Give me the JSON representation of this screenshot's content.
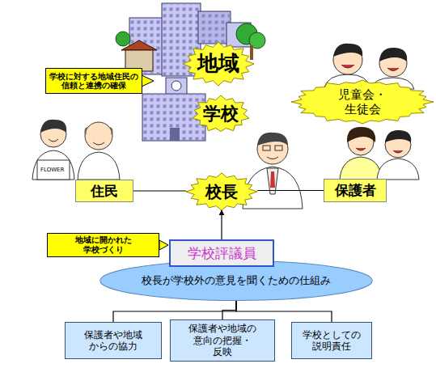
{
  "diagram": {
    "nodes": [
      {
        "text": [
          "学校に対する地域住民の 信頼と連携の確保"
        ]
      },
      {
        "text": [
          "地域"
        ]
      },
      {
        "text": [
          "学校"
        ]
      },
      {
        "text": [
          "児童会・生徒会"
        ]
      },
      {
        "text": [
          "住民"
        ]
      },
      {
        "text": [
          "校長"
        ]
      },
      {
        "text": [
          "保護者"
        ]
      },
      {
        "text": [
          "地域に開かれた 学校づくり"
        ]
      },
      {
        "text": [
          "学校評議員"
        ]
      },
      {
        "text": [
          "校長が学校外の意見を聞くための仕組み"
        ]
      },
      {
        "text": [
          "保護者や地域 からの協力"
        ]
      },
      {
        "text": [
          "保護者や地域の 意向の把握・反映"
        ]
      },
      {
        "text": [
          "学校としての 説明責任"
        ]
      }
    ],
    "edges": [
      {
        "from": 4,
        "to": 5,
        "arrow": "none"
      },
      {
        "from": 5,
        "to": 6,
        "arrow": "none"
      },
      {
        "from": 8,
        "to": 5,
        "arrow": "to"
      },
      {
        "from": 9,
        "to": 10,
        "arrow": "none"
      },
      {
        "from": 9,
        "to": 11,
        "arrow": "none"
      },
      {
        "from": 9,
        "to": 12,
        "arrow": "none"
      }
    ],
    "labels": [
      "FLOWER"
    ]
  }
}
